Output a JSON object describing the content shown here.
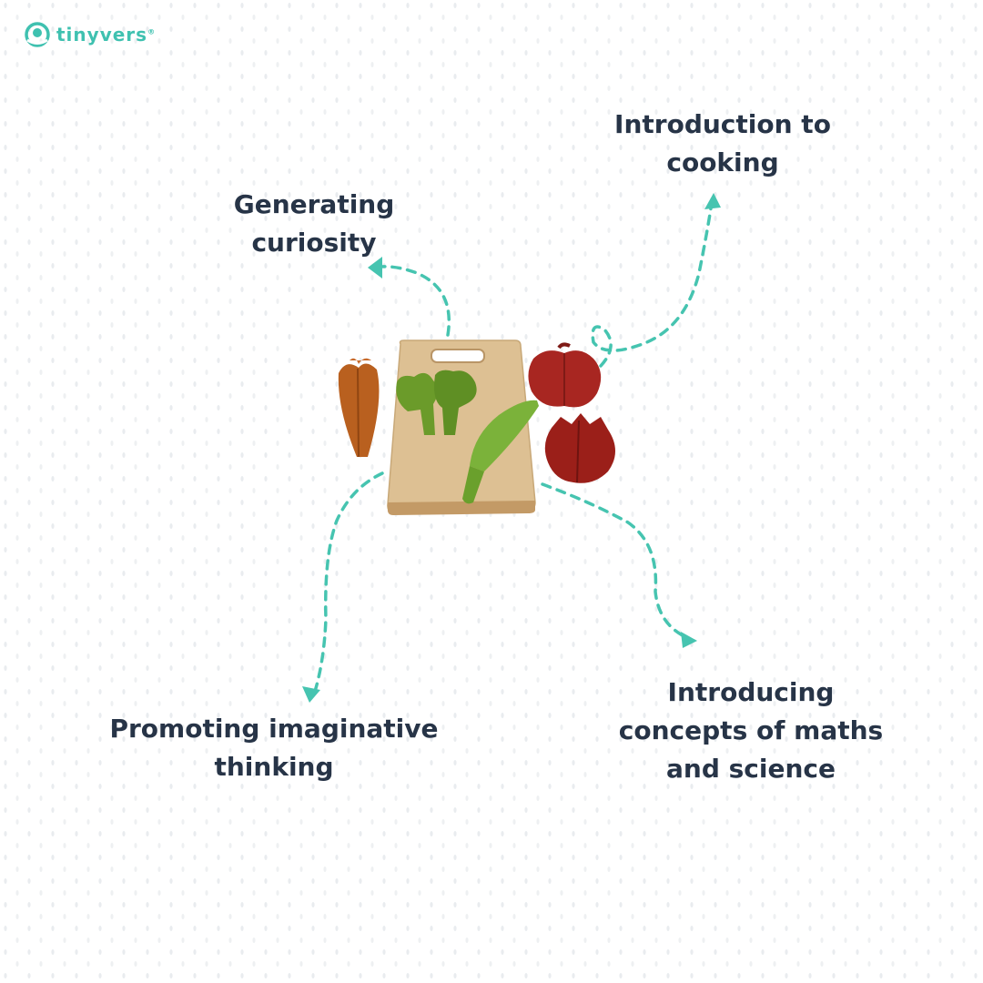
{
  "brand": {
    "name": "tinyvers",
    "trademark": "®",
    "accent": "#3fc1b0",
    "text_color": "#273447"
  },
  "labels": {
    "top_left": [
      "Generating",
      "curiosity"
    ],
    "top_right": [
      "Introduction to",
      "cooking"
    ],
    "bottom_left": [
      "Promoting imaginative",
      "thinking"
    ],
    "bottom_right": [
      "Introducing",
      "concepts of maths",
      "and science"
    ]
  },
  "icons": {
    "logo": "tinyvers-logo-icon",
    "arrows": "dashed-arrow-icon",
    "product": "wooden-cutting-board-toy-icon"
  }
}
